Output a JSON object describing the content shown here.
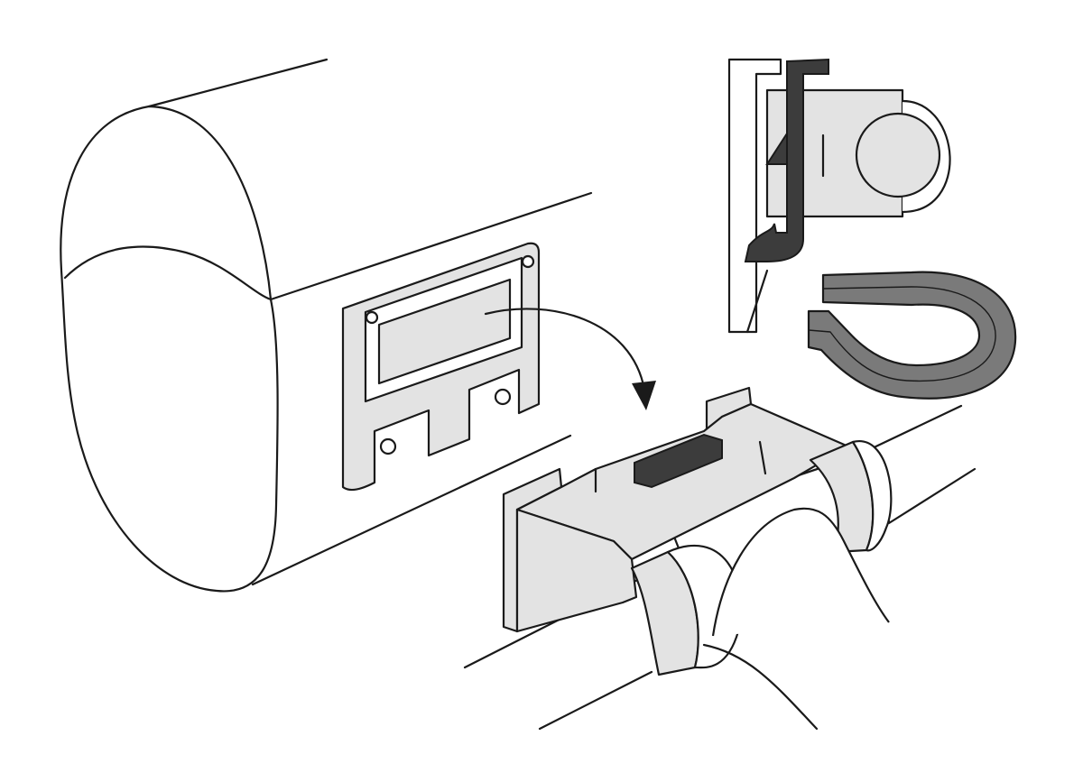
{
  "figure": {
    "kind": "line-art installation illustration",
    "text_labels": [],
    "colors": {
      "line": "#1a1a1a",
      "fill_light": "#e3e3e3",
      "fill_clip": "#7a7a7a",
      "fill_hook": "#3c3c3c",
      "background": "#ffffff"
    },
    "icons": [
      "mounting-plate",
      "curved-arrow",
      "rail-bracket",
      "c-clip",
      "hook-profile"
    ]
  }
}
